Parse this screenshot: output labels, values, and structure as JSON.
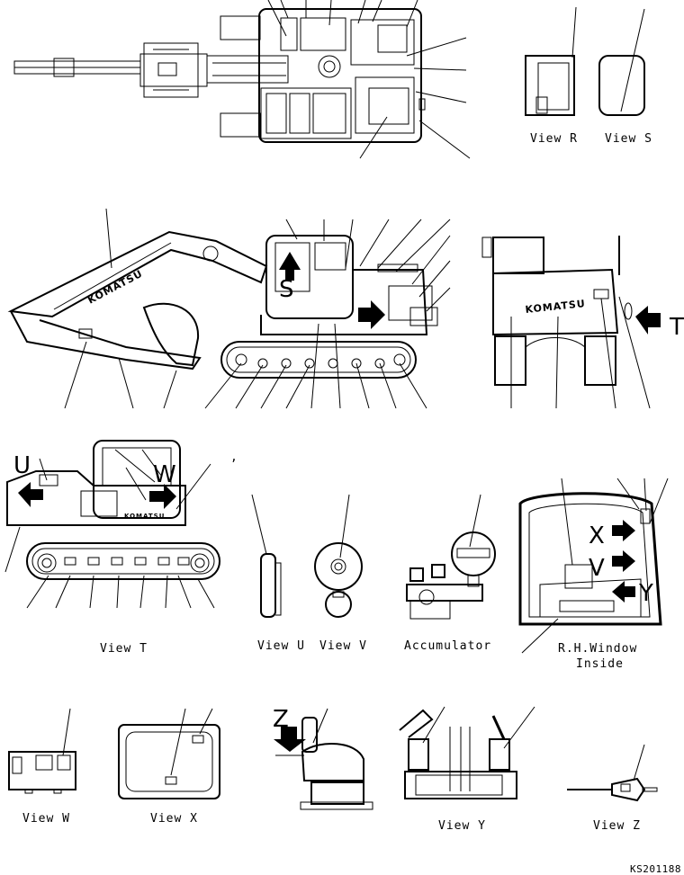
{
  "views": {
    "view_r": "View R",
    "view_s": "View S",
    "view_t": "View T",
    "view_u": "View U",
    "view_v": "View V",
    "accumulator": "Accumulator",
    "rh_window_line1": "R.H.Window",
    "rh_window_line2": "Inside",
    "view_w": "View W",
    "view_x": "View X",
    "view_y": "View Y",
    "view_z": "View Z"
  },
  "callouts": {
    "s": "S",
    "t": "T",
    "u": "U",
    "w": "W",
    "x": "X",
    "v": "V",
    "y": "Y",
    "z": "Z",
    "comma": ","
  },
  "brand": {
    "side_boom": "KOMATSU",
    "rear": "KOMATSU",
    "counterweight_label": "KOMATSU"
  },
  "drawing_number": "KS201188"
}
